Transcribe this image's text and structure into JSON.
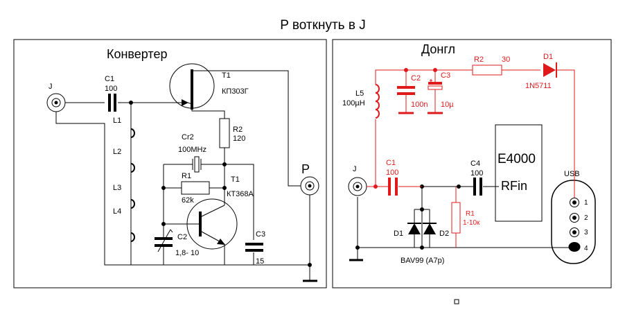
{
  "title": "P воткнуть в J",
  "converter": {
    "heading": "Конвертер",
    "J": "J",
    "P": "P",
    "C1": "C1",
    "C1_val": "100",
    "L1": "L1",
    "L2": "L2",
    "L3": "L3",
    "L4": "L4",
    "T1_fet": "T1",
    "T1_fet_part": "КП303Г",
    "R2": "R2",
    "R2_val": "120",
    "Cr2": "Cr2",
    "Cr2_val": "100MHz",
    "R1": "R1",
    "R1_val": "62k",
    "T1_bjt": "T1",
    "T1_bjt_part": "КТ368А",
    "C2": "C2",
    "C2_val": "1,8- 10",
    "C3": "C3",
    "C3_val": "15"
  },
  "dongle": {
    "heading": "Донгл",
    "J": "J",
    "R2": "R2",
    "R2_val": "30",
    "D1_top": "D1",
    "D1_top_part": "1N5711",
    "L5": "L5",
    "L5_val": "100µH",
    "C2": "C2",
    "C2_val": "100n",
    "C3": "C3",
    "C3_val": "10µ",
    "C1": "C1",
    "C1_val": "100",
    "C4": "C4",
    "C4_val": "100",
    "chip": "E4000",
    "chip_pin": "RFin",
    "R1": "R1",
    "R1_val": "1-10к",
    "D1": "D1",
    "D2": "D2",
    "diode_part": "BAV99 (A7p)",
    "usb": "USB",
    "pins": [
      "1",
      "2",
      "3",
      "4"
    ]
  },
  "colors": {
    "ink": "#000000",
    "red": "#e0191b"
  }
}
